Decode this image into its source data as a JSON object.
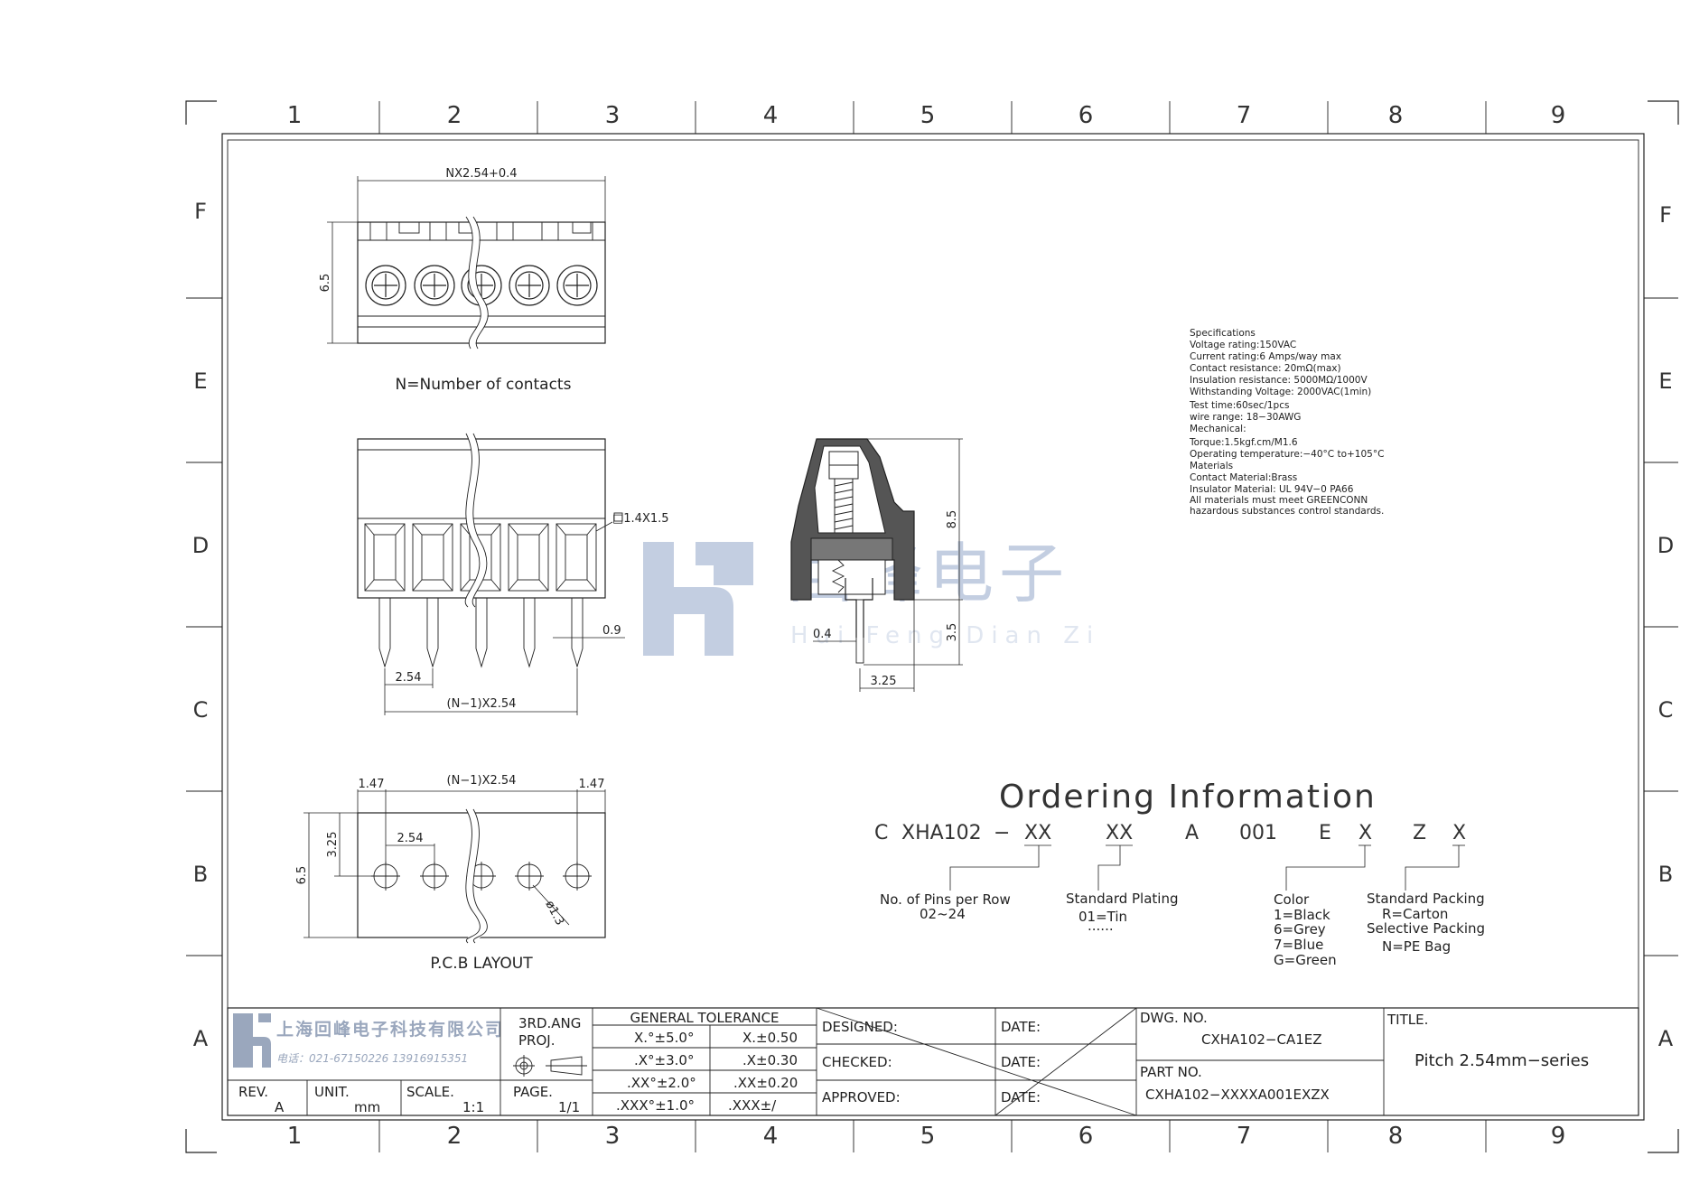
{
  "grid": {
    "columns": [
      "1",
      "2",
      "3",
      "4",
      "5",
      "6",
      "7",
      "8",
      "9"
    ],
    "rows": [
      "F",
      "E",
      "D",
      "C",
      "B",
      "A"
    ]
  },
  "top_view": {
    "dim_width": "NX2.54+0.4",
    "dim_height": "6.5",
    "caption": "N=Number of contacts"
  },
  "front_view": {
    "dim_square": "□1.4X1.5",
    "dim_pin": "0.9",
    "dim_pitch": "2.54",
    "dim_span": "(N−1)X2.54"
  },
  "side_view": {
    "dim_height": "8.5",
    "dim_pin_len": "3.5",
    "dim_pin_w": "0.4",
    "dim_offset": "3.25"
  },
  "pcb_layout": {
    "dim_left": "1.47",
    "dim_span": "(N−1)X2.54",
    "dim_right": "1.47",
    "dim_row": "3.25",
    "dim_pitch": "2.54",
    "dim_height": "6.5",
    "dim_hole": "ø1.3",
    "caption": "P.C.B LAYOUT"
  },
  "watermark": {
    "chinese": "回峰电子",
    "pinyin": "Hui Feng Dian Zi"
  },
  "specifications": [
    "Specifications",
    "Voltage rating:150VAC",
    "Current rating:6 Amps/way max",
    "Contact resistance: 20mΩ(max)",
    "Insulation resistance: 5000MΩ/1000V",
    "Withstanding Voltage: 2000VAC(1min)",
    "Test time:60sec/1pcs",
    "wire range: 18−30AWG",
    "Mechanical:",
    "Torque:1.5kgf.cm/M1.6",
    "Operating temperature:−40°C to+105°C",
    "Materials",
    "Contact Material:Brass",
    "Insulator Material: UL 94V−0 PA66",
    "All materials must meet GREENCONN",
    "hazardous substances control standards."
  ],
  "ordering": {
    "title": "Ordering Information",
    "code_parts": [
      "C",
      "XHA102",
      "−",
      "XX",
      "XX",
      "A",
      "001",
      "E",
      "X",
      "Z",
      "X"
    ],
    "pins_label": "No. of Pins per Row",
    "pins_range": "02~24",
    "plating_label": "Standard Plating",
    "plating_option": "01=Tin",
    "plating_more": "......",
    "color_label": "Color",
    "color_options": [
      "1=Black",
      "6=Grey",
      "7=Blue",
      "G=Green"
    ],
    "packing_label": "Standard Packing",
    "packing_option": "R=Carton",
    "packing_label2": "Selective Packing",
    "packing_option2": "N=PE Bag"
  },
  "title_block": {
    "company_cn": "上海回峰电子科技有限公司",
    "phone": "电话：021-67150226 13916915351",
    "projection_line1": "3RD.ANG",
    "projection_line2": "PROJ.",
    "tolerance_header": "GENERAL TOLERANCE",
    "tolerances": [
      [
        "X.°±5.0°",
        "X.±0.50"
      ],
      [
        ".X°±3.0°",
        ".X±0.30"
      ],
      [
        ".XX°±2.0°",
        ".XX±0.20"
      ],
      [
        ".XXX°±1.0°",
        ".XXX±/"
      ]
    ],
    "rev_label": "REV.",
    "rev_value": "A",
    "unit_label": "UNIT.",
    "unit_value": "mm",
    "scale_label": "SCALE.",
    "scale_value": "1:1",
    "page_label": "PAGE.",
    "page_value": "1/1",
    "designed": "DESIGNED:",
    "checked": "CHECKED:",
    "approved": "APPROVED:",
    "date": "DATE:",
    "dwg_no_label": "DWG. NO.",
    "dwg_no": "CXHA102−CA1EZ",
    "part_no_label": "PART NO.",
    "part_no": "CXHA102−XXXXA001EXZX",
    "title_label": "TITLE.",
    "title": "Pitch 2.54mm−series"
  }
}
